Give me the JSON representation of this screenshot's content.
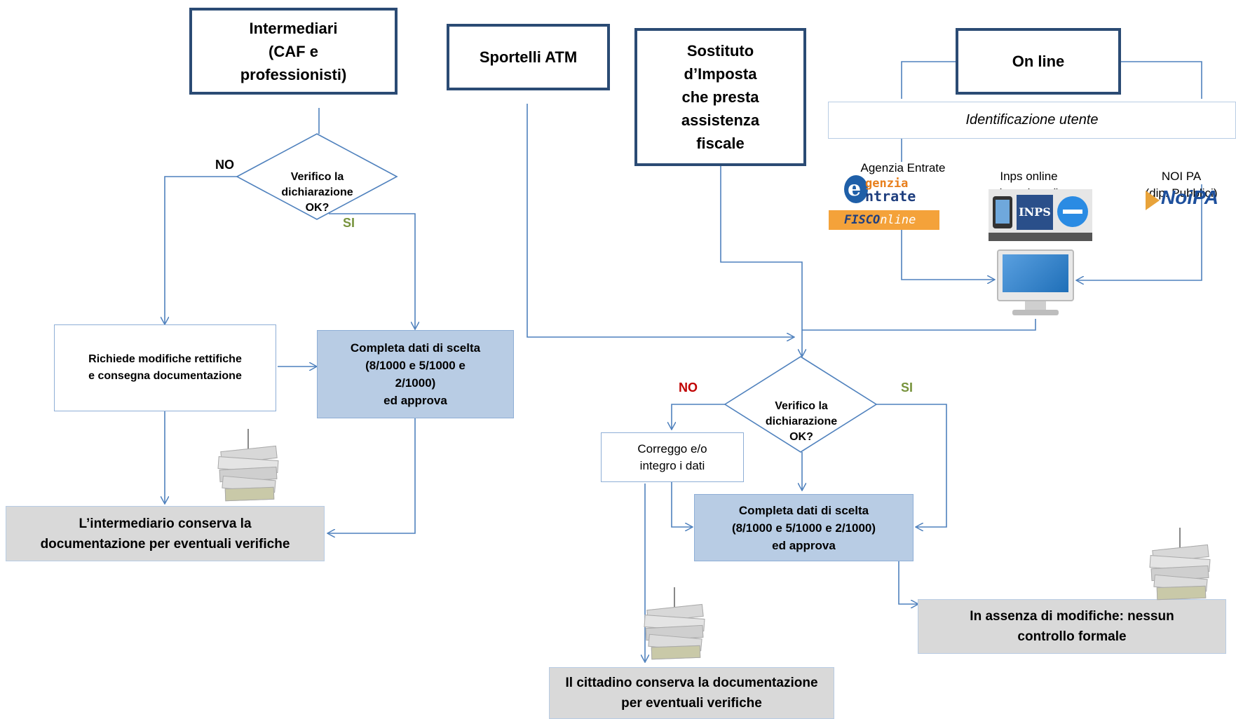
{
  "headers": {
    "intermediari": "Intermediari\n(CAF e\nprofessionisti)",
    "sportelli": "Sportelli ATM",
    "sostituto": "Sostituto\nd’Imposta\nche presta\nassistenza\nfiscale",
    "online": "On line"
  },
  "identificazione": "Identificazione  utente",
  "channels": {
    "agenzia": "Agenzia Entrate",
    "inps": "Inps online\n(pensionati)",
    "noipa": "NOI PA\n(dip. Pubblici)"
  },
  "logos": {
    "agenzia_top": "genzia",
    "agenzia_mid": "ntrate",
    "fisco": "FISCO",
    "fisco_suffix": "nline",
    "inps": "INPS",
    "noipa": "NoiPA"
  },
  "left": {
    "decision": "Verifico la\ndichiarazione\nOK?",
    "no": "NO",
    "si": "SI",
    "richiede": "Richiede modifiche rettifiche\ne consegna documentazione",
    "completa": "Completa dati di scelta\n(8/1000 e 5/1000 e\n2/1000)\ned approva",
    "conserva": "L’intermediario conserva la\ndocumentazione per eventuali verifiche"
  },
  "right": {
    "decision": "Verifico la\ndichiarazione\nOK?",
    "no": "NO",
    "si": "SI",
    "correggo": "Correggo e/o\nintegro i dati",
    "completa": "Completa dati di scelta\n(8/1000 e 5/1000 e 2/1000)\ned  approva",
    "assenza": "In assenza di modifiche: nessun\ncontrollo formale",
    "cittadino": "Il cittadino conserva la documentazione\nper eventuali verifiche"
  },
  "colors": {
    "line": "#4f81bd",
    "header_border": "#2b4b74",
    "blue_fill": "#b8cce4",
    "grey_fill": "#d9d9d9",
    "no_red": "#c00000",
    "si_green": "#77933c"
  }
}
